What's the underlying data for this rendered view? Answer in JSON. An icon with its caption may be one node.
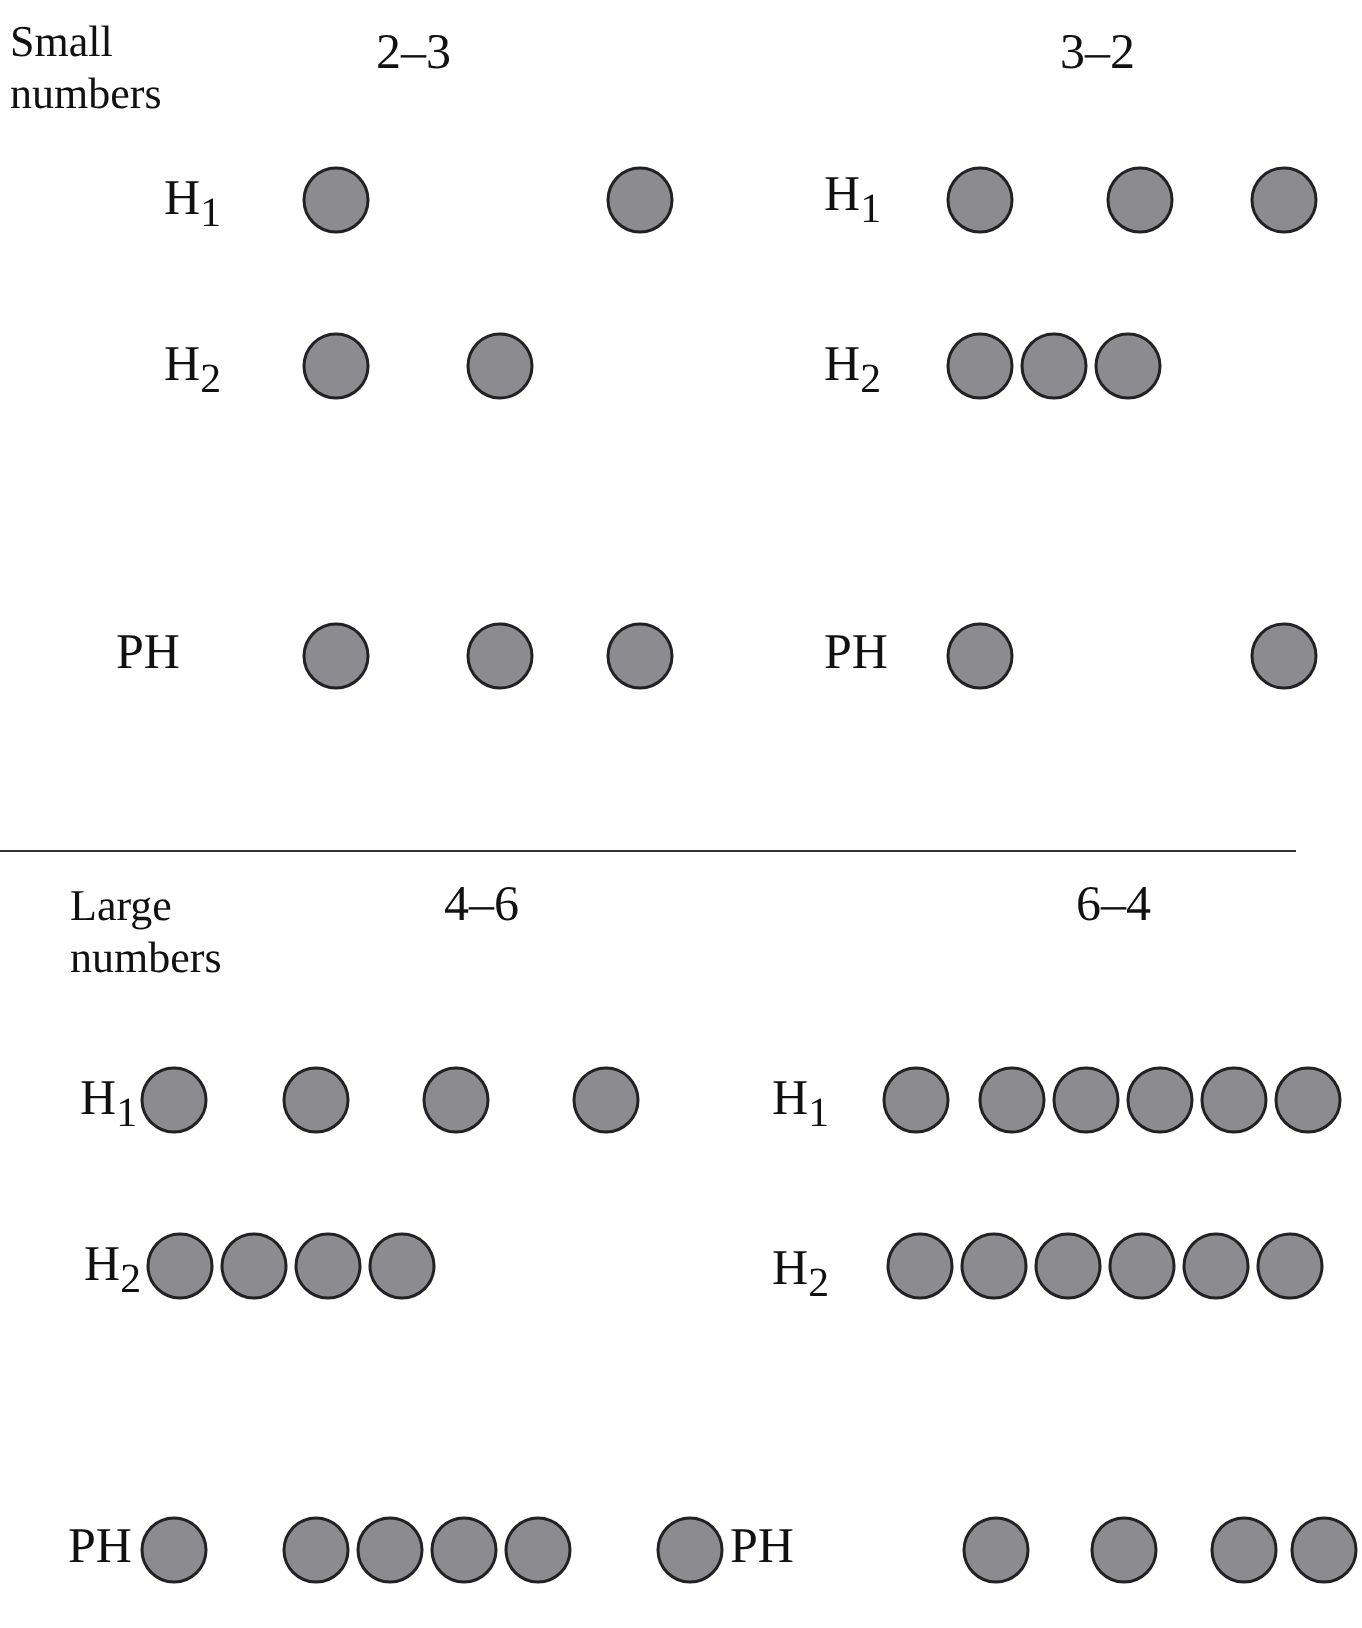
{
  "diagram": {
    "nodes": [
      {
        "text": [],
        "shape": "circle"
      },
      {
        "text": [],
        "shape": "circle"
      },
      {
        "text": [],
        "shape": "circle"
      },
      {
        "text": [],
        "shape": "circle"
      },
      {
        "text": [],
        "shape": "circle"
      },
      {
        "text": [],
        "shape": "circle"
      },
      {
        "text": [],
        "shape": "circle"
      },
      {
        "text": [],
        "shape": "circle"
      },
      {
        "text": [],
        "shape": "circle"
      },
      {
        "text": [],
        "shape": "circle"
      },
      {
        "text": [],
        "shape": "circle"
      },
      {
        "text": [],
        "shape": "circle"
      },
      {
        "text": [],
        "shape": "circle"
      },
      {
        "text": [],
        "shape": "circle"
      },
      {
        "text": [],
        "shape": "circle"
      },
      {
        "text": [],
        "shape": "circle"
      },
      {
        "text": [],
        "shape": "circle"
      },
      {
        "text": [],
        "shape": "circle"
      },
      {
        "text": [],
        "shape": "circle"
      },
      {
        "text": [],
        "shape": "circle"
      },
      {
        "text": [],
        "shape": "circle"
      },
      {
        "text": [],
        "shape": "circle"
      },
      {
        "text": [],
        "shape": "circle"
      },
      {
        "text": [],
        "shape": "circle"
      },
      {
        "text": [],
        "shape": "circle"
      },
      {
        "text": [],
        "shape": "circle"
      },
      {
        "text": [],
        "shape": "circle"
      },
      {
        "text": [],
        "shape": "circle"
      },
      {
        "text": [],
        "shape": "circle"
      },
      {
        "text": [],
        "shape": "circle"
      },
      {
        "text": [],
        "shape": "circle"
      },
      {
        "text": [],
        "shape": "circle"
      },
      {
        "text": [],
        "shape": "circle"
      },
      {
        "text": [],
        "shape": "circle"
      },
      {
        "text": [],
        "shape": "circle"
      },
      {
        "text": [],
        "shape": "circle"
      },
      {
        "text": [],
        "shape": "circle"
      },
      {
        "text": [],
        "shape": "circle"
      },
      {
        "text": [],
        "shape": "circle"
      },
      {
        "text": [],
        "shape": "circle"
      },
      {
        "text": [],
        "shape": "circle"
      },
      {
        "text": [],
        "shape": "circle"
      },
      {
        "text": [],
        "shape": "circle"
      },
      {
        "text": [],
        "shape": "circle"
      },
      {
        "text": [],
        "shape": "circle"
      }
    ],
    "labels": [
      "Small numbers",
      "2–3",
      "3–2",
      "H$_{1}$",
      "H$_{1}$",
      "H$_{2}$",
      "H$_{2}$",
      "PH",
      "PH",
      "Large numbers",
      "4–6",
      "6–4",
      "H$_{1}$",
      "H$_{1}$",
      "H$_{2}$",
      "H$_{2}$",
      "PH",
      "PH"
    ]
  }
}
